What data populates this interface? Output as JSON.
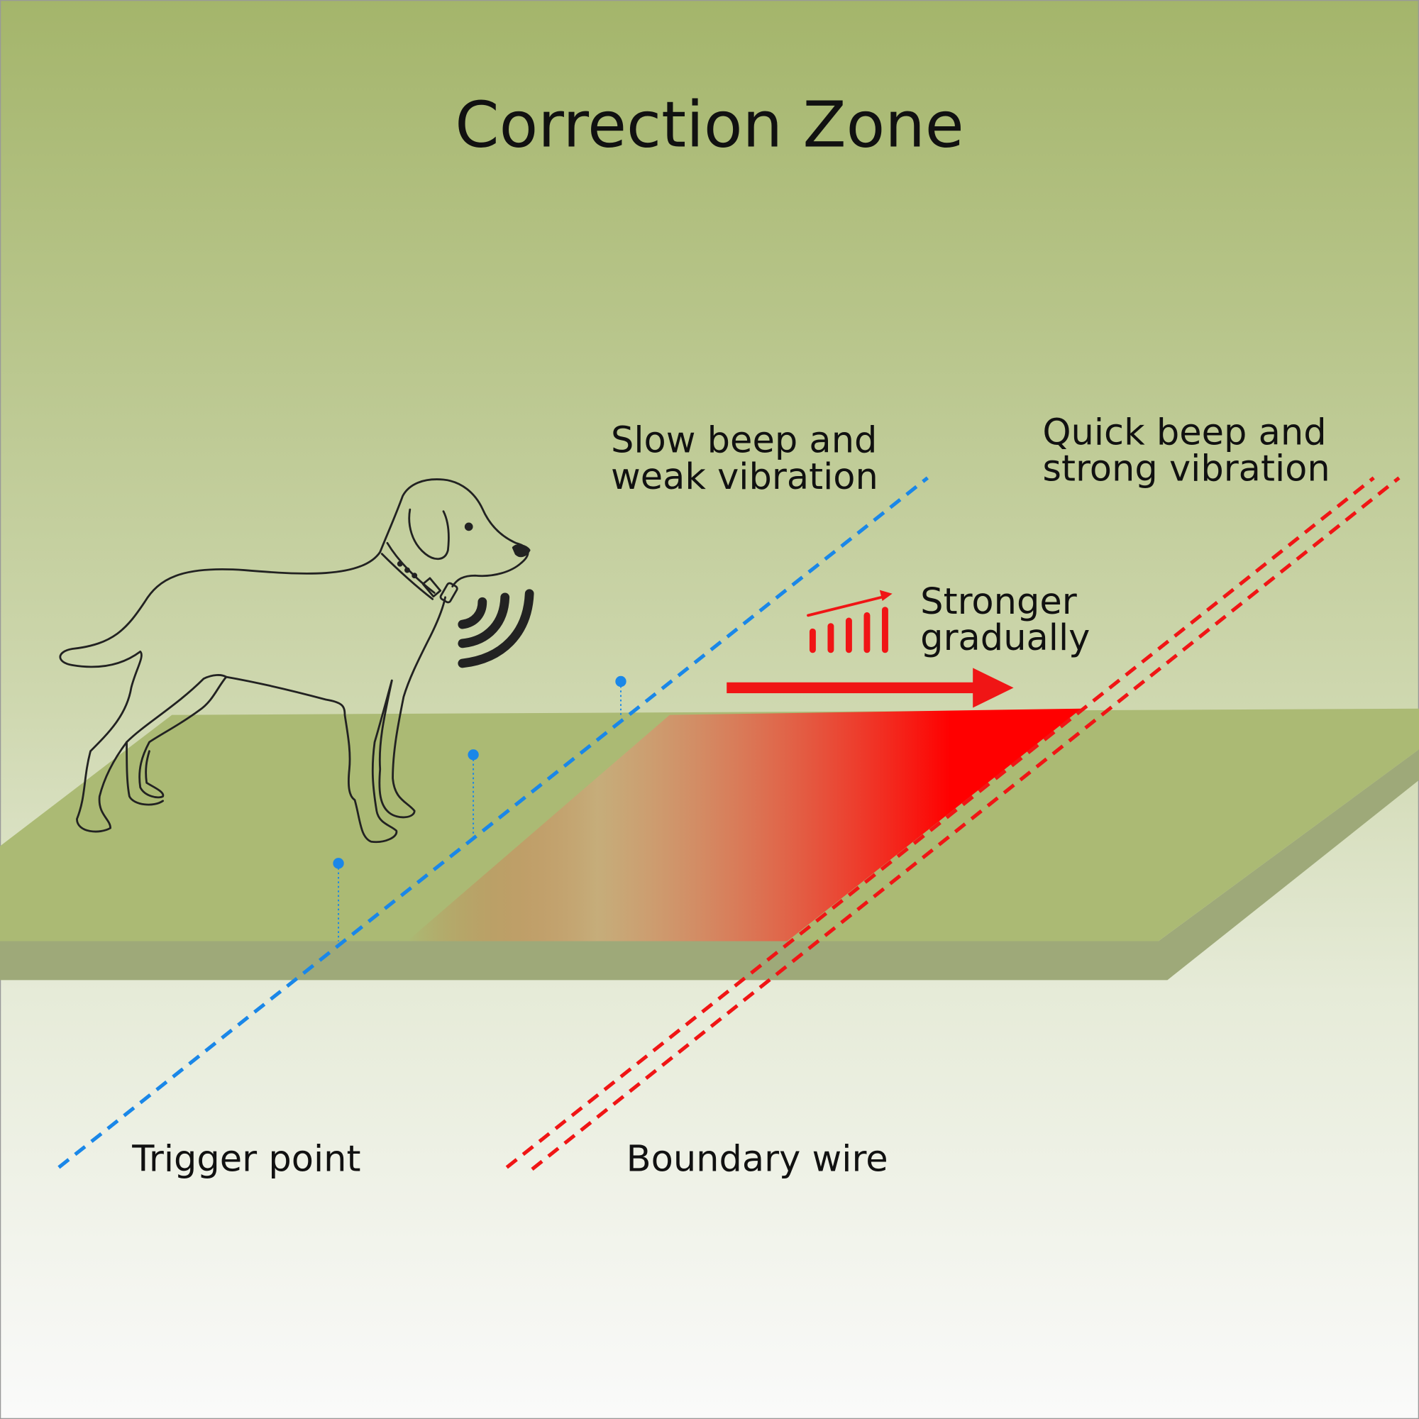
{
  "title": "Correction Zone",
  "labels": {
    "slow": [
      "Slow beep and",
      "weak vibration"
    ],
    "quick": [
      "Quick beep and",
      "strong vibration"
    ],
    "stronger": [
      "Stronger",
      "gradually"
    ],
    "trigger_point": "Trigger point",
    "boundary_wire": "Boundary wire"
  },
  "colors": {
    "trigger_line": "#1a87e8",
    "boundary_line": "#f01515",
    "ground_top": "#abba74",
    "ground_side": "#9ea979",
    "sky_top": "#a4b56b"
  },
  "icons": [
    "dog-illustration",
    "vibration-waves-icon",
    "signal-bars-icon",
    "right-arrow-icon",
    "location-pin-icon"
  ]
}
